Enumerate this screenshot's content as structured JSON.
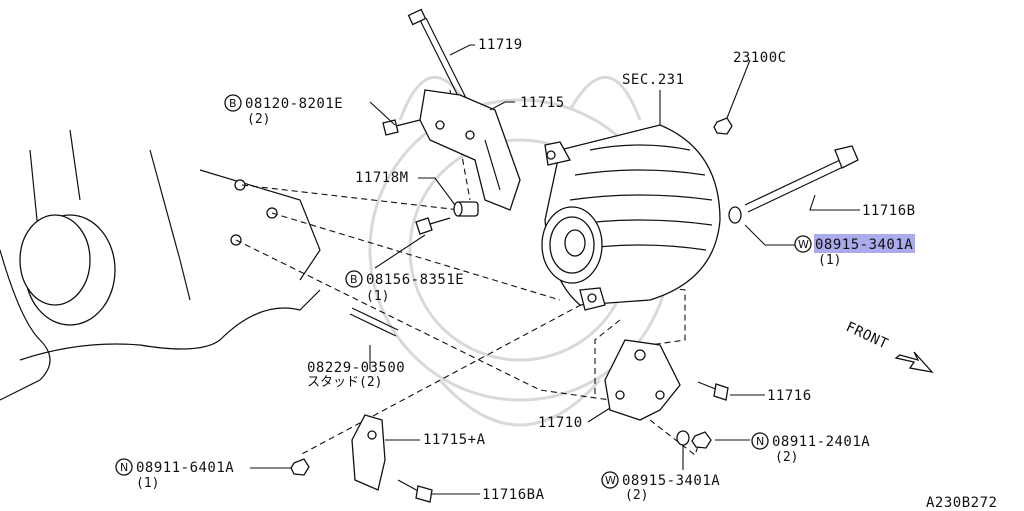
{
  "diagram": {
    "code": "A230B272",
    "front_label": "FRONT",
    "section_ref": "SEC.231",
    "callouts": {
      "c11719": "11719",
      "c11715": "11715",
      "c08120": "08120-8201E",
      "c08120_qty": "(2)",
      "c11718M": "11718M",
      "c08156": "08156-8351E",
      "c08156_qty": "(1)",
      "c08229": "08229-03500",
      "c08229_note": "スタッド(2)",
      "c23100C": "23100C",
      "c11716B": "11716B",
      "c08915a": "08915-3401A",
      "c08915a_qty": "(1)",
      "c11716": "11716",
      "c11710": "11710",
      "c08911b": "08911-2401A",
      "c08911b_qty": "(2)",
      "c08915b": "08915-3401A",
      "c08915b_qty": "(2)",
      "c11715A": "11715+A",
      "c08911a": "08911-6401A",
      "c08911a_qty": "(1)",
      "c11716BA": "11716BA"
    },
    "prefix": {
      "B": "B",
      "W": "W",
      "N": "N"
    },
    "highlight_part": "08915-3401A"
  }
}
